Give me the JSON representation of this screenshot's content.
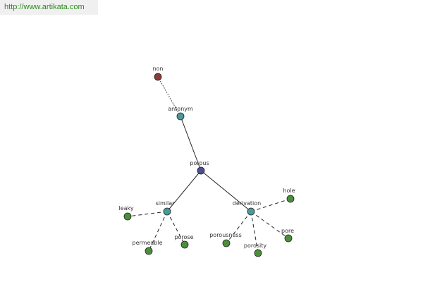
{
  "watermark": {
    "text": "http://www.artikata.com"
  },
  "graph": {
    "colors": {
      "root": "#4a4f8f",
      "relation": "#4a9a9a",
      "word": "#4c8f3a",
      "antonym_word": "#8b3a3a",
      "edge": "#222222",
      "node_stroke": "#222222"
    },
    "nodes": {
      "non": {
        "label": "non",
        "kind": "antonym_word"
      },
      "antonym": {
        "label": "antonym",
        "kind": "relation"
      },
      "porous": {
        "label": "porous",
        "kind": "root"
      },
      "similar": {
        "label": "similar",
        "kind": "relation"
      },
      "derivation": {
        "label": "derivation",
        "kind": "relation"
      },
      "leaky": {
        "label": "leaky",
        "kind": "word"
      },
      "permeable": {
        "label": "permeable",
        "kind": "word"
      },
      "porose": {
        "label": "porose",
        "kind": "word"
      },
      "hole": {
        "label": "hole",
        "kind": "word"
      },
      "porousness": {
        "label": "porousness",
        "kind": "word"
      },
      "porosity": {
        "label": "porosity",
        "kind": "word"
      },
      "pore": {
        "label": "pore",
        "kind": "word"
      }
    },
    "edges": [
      {
        "from": "non",
        "to": "antonym",
        "style": "dotted"
      },
      {
        "from": "antonym",
        "to": "porous",
        "style": "solid"
      },
      {
        "from": "porous",
        "to": "similar",
        "style": "solid"
      },
      {
        "from": "porous",
        "to": "derivation",
        "style": "solid"
      },
      {
        "from": "similar",
        "to": "leaky",
        "style": "dashed"
      },
      {
        "from": "similar",
        "to": "permeable",
        "style": "dashed"
      },
      {
        "from": "similar",
        "to": "porose",
        "style": "dashed"
      },
      {
        "from": "derivation",
        "to": "hole",
        "style": "dashed"
      },
      {
        "from": "derivation",
        "to": "porousness",
        "style": "dashed"
      },
      {
        "from": "derivation",
        "to": "porosity",
        "style": "dashed"
      },
      {
        "from": "derivation",
        "to": "pore",
        "style": "dashed"
      }
    ]
  }
}
